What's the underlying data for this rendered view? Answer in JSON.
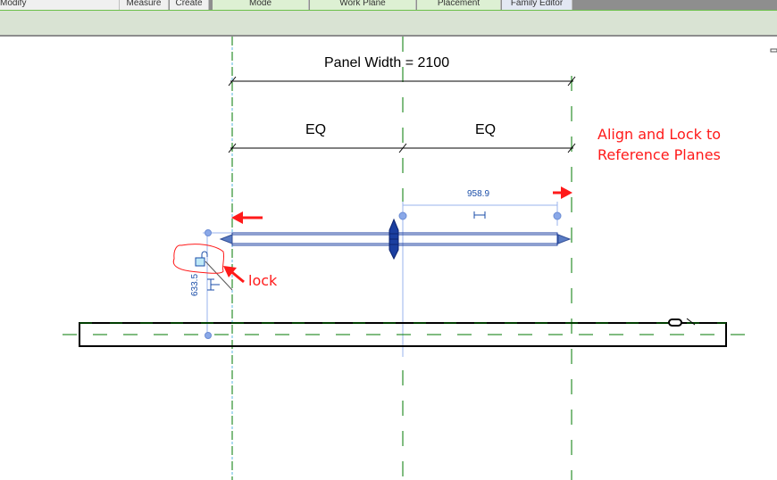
{
  "ribbon": {
    "panels": [
      {
        "label": "Modify",
        "style": "grey"
      },
      {
        "label": "Measure",
        "style": "grey"
      },
      {
        "label": "Create",
        "style": "grey"
      },
      {
        "label": "Mode",
        "style": "green"
      },
      {
        "label": "Work Plane",
        "style": "green"
      },
      {
        "label": "Placement",
        "style": "green"
      },
      {
        "label": "Family Editor",
        "style": "blue"
      }
    ]
  },
  "drawing": {
    "overall_dimension": "Panel Width = 2100",
    "eq_left": "EQ",
    "eq_right": "EQ",
    "temp_dimension_top": "958.9",
    "temp_dimension_left": "633.5",
    "annotation_main": [
      "Align and Lock to",
      "Reference Planes"
    ],
    "annotation_lock": "lock",
    "colors": {
      "reference_plane": "#007a00",
      "selection_blue": "#1b3fa0",
      "temp_dim": "#9ab3ee",
      "annotation_red": "#ff1a1a",
      "ribbon_bar": "#d9e3d3",
      "ribbon_line": "#6cc04a"
    }
  }
}
